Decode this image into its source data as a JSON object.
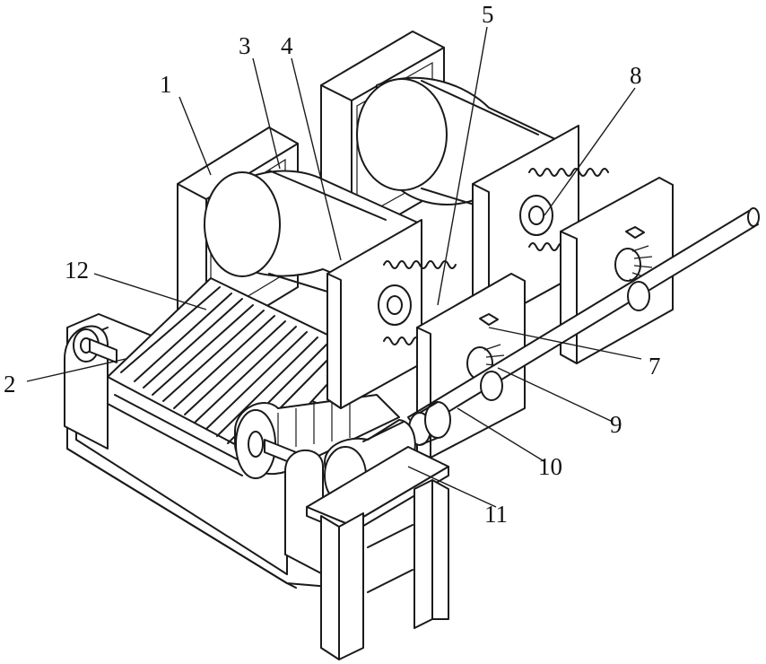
{
  "figure": {
    "labels": [
      "1",
      "2",
      "3",
      "4",
      "5",
      "7",
      "8",
      "9",
      "10",
      "11",
      "12"
    ],
    "colors": {
      "line": "#1a1a1a",
      "background": "#ffffff"
    }
  }
}
